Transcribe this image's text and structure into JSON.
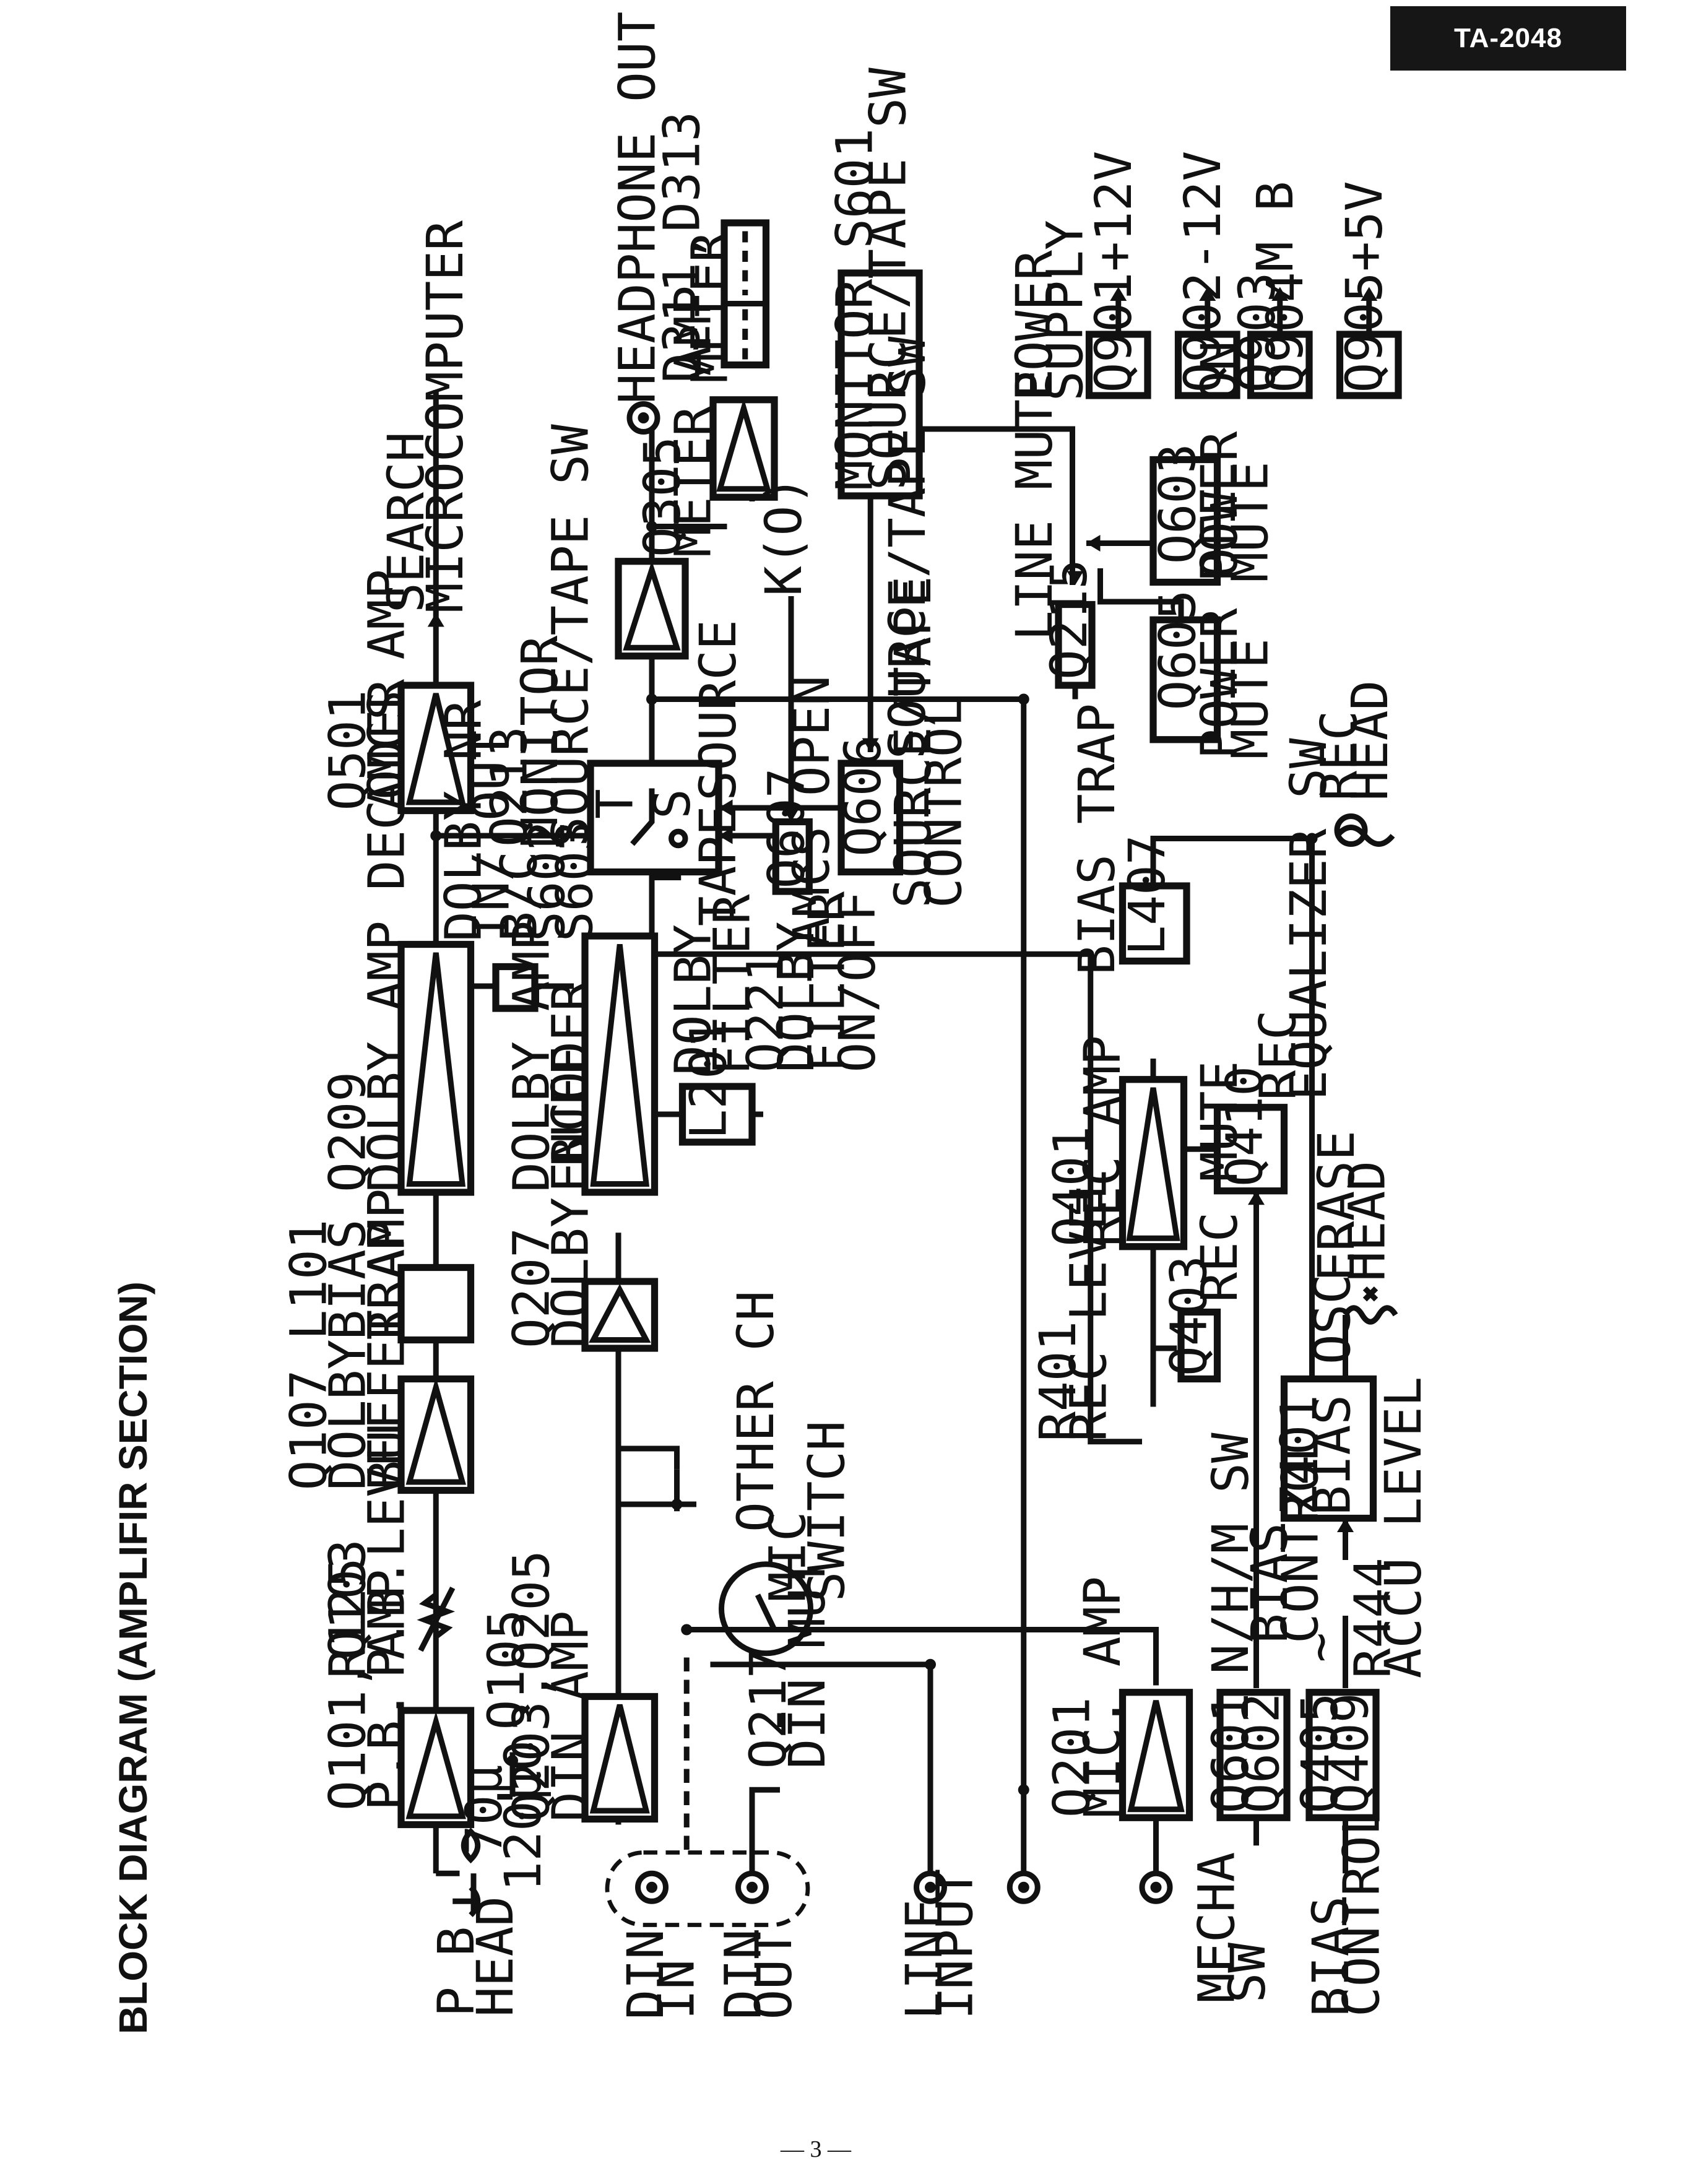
{
  "header": {
    "model": "TA-2048"
  },
  "title": "BLOCK DIAGRAM (AMPLIFIR SECTION)",
  "page_number": "— 3 —",
  "blocks": {
    "q101": [
      "Q101,Q103",
      "P.B. AMP"
    ],
    "r125": [
      "R125",
      "P.B.LEVEL"
    ],
    "q107": [
      "Q107",
      "DOLBY",
      "BUFFER AMP"
    ],
    "l101": [
      "L101",
      "BIAS",
      "TRAP"
    ],
    "q209": [
      "Q209",
      "DOLBY  AMP DECODER"
    ],
    "q501": [
      "Q501",
      "AMCS AMP"
    ],
    "search": [
      "SEARCH",
      "MICROCOMPUTER"
    ],
    "q105": "Q105",
    "cap70": "70μ",
    "cap120": "120μO",
    "pbhead": [
      "P B",
      "HEAD"
    ],
    "q203": [
      "Q203,Q205",
      "DIN AMP"
    ],
    "q207": [
      "Q207",
      "DOLBY BUFF"
    ],
    "other_ch": "OTHER CH",
    "mic_switch": [
      "MIC",
      "SWITCH"
    ],
    "q217": [
      "Q217",
      "DIN MUT"
    ],
    "dolby_enc": [
      "DOLBY AMP",
      "ENCODER"
    ],
    "l201": "L201",
    "dolby_filter": [
      "DOLBY",
      "FILTER"
    ],
    "q221": [
      "Q221",
      "DOLBY",
      "FILTER",
      "ON/OFF"
    ],
    "dolby_nr": [
      "DOLBY NR",
      "IN/ OUT",
      "B/C",
      "S602",
      "S603"
    ],
    "q213": [
      "Q213",
      "MONITOR",
      "SOURCE/TAPE SW"
    ],
    "sw_t": "T",
    "sw_s": "S",
    "source": "SOURCE",
    "tape": "TAPE",
    "q607": "Q607",
    "amcs_open": "AMCS OPEN",
    "k0": "K(O)",
    "q606": "Q606",
    "source_tape_sw": "SOURCE/TAPE SW",
    "source_tape_ctrl": [
      "SOURCE/TAPE",
      "CONTROL"
    ],
    "q305": [
      "Q305",
      "METER AMP"
    ],
    "headphone": "HEADPHONE OUT",
    "meter": [
      "D311,D313",
      "METER"
    ],
    "monitor_s601": [
      "MONITOR  S601",
      "SOURCE/TAPE SW"
    ],
    "line_mute": "LINE MUTE",
    "q215": "Q215",
    "q603": "Q603",
    "power_on_mute": [
      "POWER ON",
      "MUTE"
    ],
    "q605": "Q605",
    "power_off_mute": [
      "POWER OFF",
      "MUTE"
    ],
    "power_supply": [
      "POWER",
      "SUPPLY"
    ],
    "q901": "Q901",
    "q902": "Q902",
    "q903": [
      "Q903",
      "Q904"
    ],
    "q905": "Q905",
    "v12p": "+12V",
    "v12n": "-12V",
    "mb": "M B",
    "v5": "+5V",
    "q201": [
      "Q201",
      "MIC. AMP"
    ],
    "r401": [
      "R401",
      "REC LEVEL"
    ],
    "q403": "Q403",
    "rec_mute": "REC MUTE",
    "q401": [
      "Q401",
      "REC AMP"
    ],
    "q410": "Q410",
    "rec_eq": [
      "REC",
      "EQUALIZER SW"
    ],
    "l407": "L407",
    "bias_trap": "BIAS TRAP",
    "rec_head": [
      "REC",
      "HEAD"
    ],
    "erase_head": [
      "ERASE",
      "HEAD"
    ],
    "z401": [
      "Z401",
      "BIAS OSC"
    ],
    "q601": [
      "Q601",
      "Q602"
    ],
    "nhm": "N/H/M SW",
    "q405": [
      "Q405 ~",
      "Q409"
    ],
    "bias_control_sw": [
      "BIAS",
      "CONTROL"
    ],
    "r444": [
      "R444",
      "ACCU LEVEL"
    ],
    "din_in": [
      "DIN",
      "IN"
    ],
    "din_out": [
      "DIN",
      "OUT"
    ],
    "line_input": [
      "LINE",
      "INPUT"
    ],
    "mecha_sw": [
      "MECHA",
      "SW"
    ],
    "bias_control_in": [
      "BIAS",
      "CONTROL"
    ]
  }
}
